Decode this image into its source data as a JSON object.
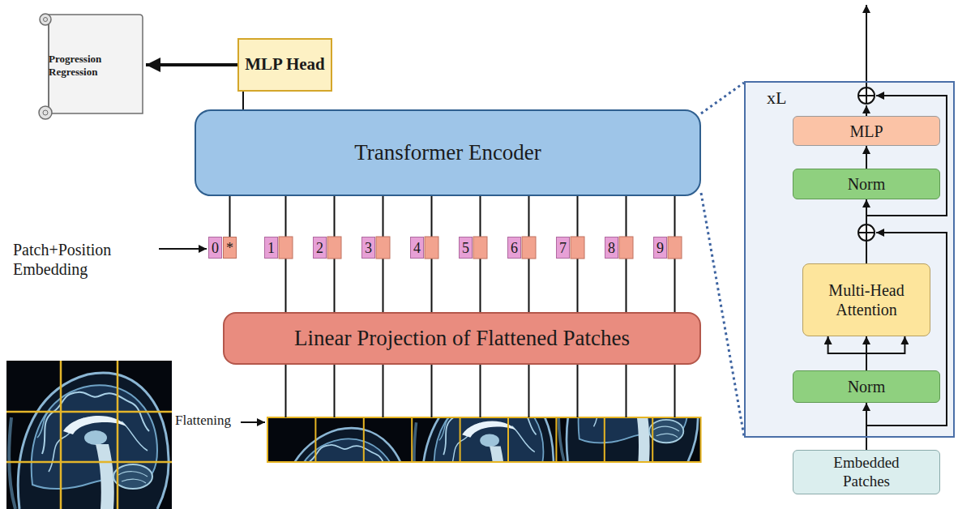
{
  "diagram": {
    "nodes": [
      {
        "text": [
          "Progression Regression"
        ]
      },
      {
        "text": [
          "MLP Head"
        ]
      },
      {
        "text": [
          "Transformer Encoder"
        ]
      },
      {
        "text": [
          "0"
        ]
      },
      {
        "text": [
          "*"
        ]
      },
      {
        "text": [
          "1"
        ]
      },
      {
        "text": [
          "2"
        ]
      },
      {
        "text": [
          "3"
        ]
      },
      {
        "text": [
          "4"
        ]
      },
      {
        "text": [
          "5"
        ]
      },
      {
        "text": [
          "6"
        ]
      },
      {
        "text": [
          "7"
        ]
      },
      {
        "text": [
          "8"
        ]
      },
      {
        "text": [
          "9"
        ]
      },
      {
        "text": [
          "Linear Projection of Flattened Patches"
        ]
      },
      {
        "text": [
          "xL"
        ]
      },
      {
        "text": [
          "MLP"
        ],
        "in": 15
      },
      {
        "text": [
          "Norm"
        ],
        "in": 15
      },
      {
        "text": [
          "Multi-Head Attention"
        ],
        "in": 15
      },
      {
        "text": [
          "Norm"
        ],
        "in": 15
      },
      {
        "text": [
          "Embedded Patches"
        ]
      }
    ],
    "edges": [
      {
        "from": 1,
        "to": 0,
        "arrow": "to"
      },
      {
        "from": 2,
        "to": 1,
        "arrow": "none"
      },
      {
        "from": 4,
        "to": 2,
        "arrow": "none"
      },
      {
        "from": 20,
        "to": 19,
        "arrow": "to"
      },
      {
        "from": 19,
        "to": 18,
        "arrow": "to"
      },
      {
        "from": 18,
        "to": 17,
        "arrow": "to"
      },
      {
        "from": 17,
        "to": 16,
        "arrow": "to"
      }
    ],
    "labels": [
      "Patch+Position Embedding",
      "Flattening"
    ]
  }
}
